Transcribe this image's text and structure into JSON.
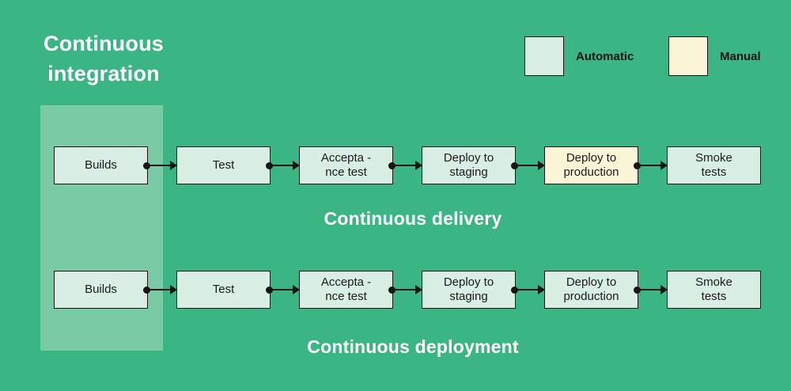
{
  "title": "Continuous\nintegration",
  "legend": [
    {
      "label": "Automatic",
      "type": "automatic",
      "color": "#d9eee5"
    },
    {
      "label": "Manual",
      "type": "manual",
      "color": "#fdf5d8"
    }
  ],
  "sections": {
    "delivery": "Continuous delivery",
    "deployment": "Continuous deployment"
  },
  "rows": [
    {
      "name": "delivery",
      "boxes": [
        {
          "label": "Builds",
          "type": "automatic"
        },
        {
          "label": "Test",
          "type": "automatic"
        },
        {
          "label": "Accepta -\nnce test",
          "type": "automatic"
        },
        {
          "label": "Deploy to\nstaging",
          "type": "automatic"
        },
        {
          "label": "Deploy to\nproduction",
          "type": "manual"
        },
        {
          "label": "Smoke\ntests",
          "type": "automatic"
        }
      ]
    },
    {
      "name": "deployment",
      "boxes": [
        {
          "label": "Builds",
          "type": "automatic"
        },
        {
          "label": "Test",
          "type": "automatic"
        },
        {
          "label": "Accepta -\nnce test",
          "type": "automatic"
        },
        {
          "label": "Deploy to\nstaging",
          "type": "automatic"
        },
        {
          "label": "Deploy to\nproduction",
          "type": "automatic"
        },
        {
          "label": "Smoke\ntests",
          "type": "automatic"
        }
      ]
    }
  ],
  "colors": {
    "background": "#3cb584",
    "ci_band": "#7acaa6",
    "automatic_fill": "#d9eee5",
    "manual_fill": "#fdf5d8",
    "border": "#161616",
    "title_text": "#ffffff",
    "box_text": "#1a1a1a"
  }
}
